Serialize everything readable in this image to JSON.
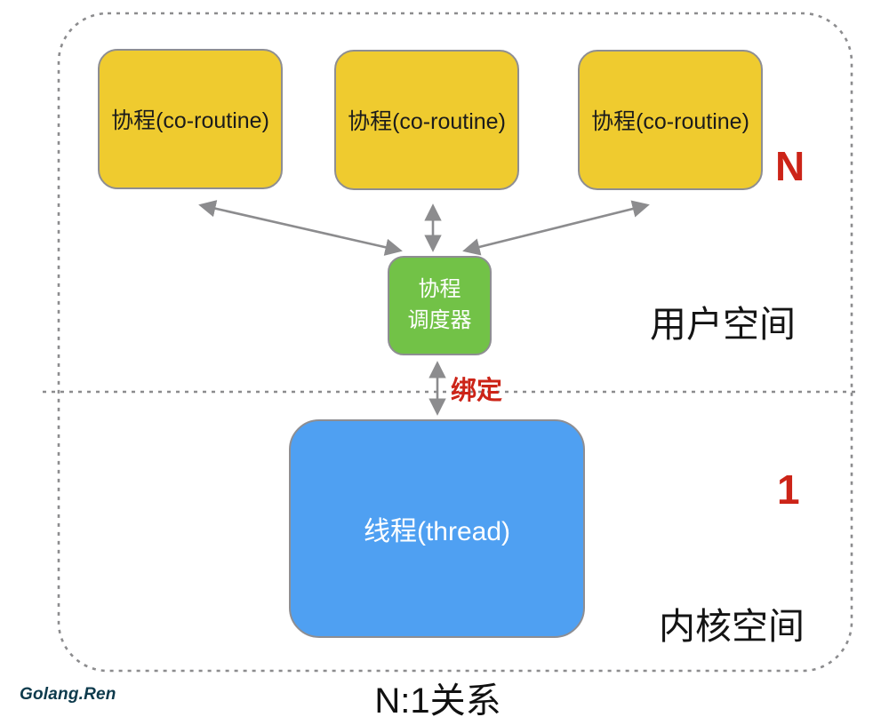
{
  "diagram": {
    "title_caption": "N:1关系",
    "coroutine_boxes": [
      {
        "label": "协程(co-routine)"
      },
      {
        "label": "协程(co-routine)"
      },
      {
        "label": "协程(co-routine)"
      }
    ],
    "scheduler_box": {
      "line1": "协程",
      "line2": "调度器"
    },
    "thread_box": {
      "label": "线程(thread)"
    },
    "labels": {
      "coroutine_count": "N",
      "thread_count": "1",
      "user_space": "用户空间",
      "kernel_space": "内核空间",
      "bind": "绑定"
    },
    "watermark": "Golang.Ren",
    "colors": {
      "coroutine_fill": "#EFCB2F",
      "scheduler_fill": "#72C247",
      "thread_fill": "#4FA0F2",
      "box_border": "#8E8E92",
      "dashed_line": "#8C8C8E",
      "arrow": "#8C8C8E",
      "accent_red": "#CC2418",
      "watermark_color": "#0D3A4C"
    }
  }
}
